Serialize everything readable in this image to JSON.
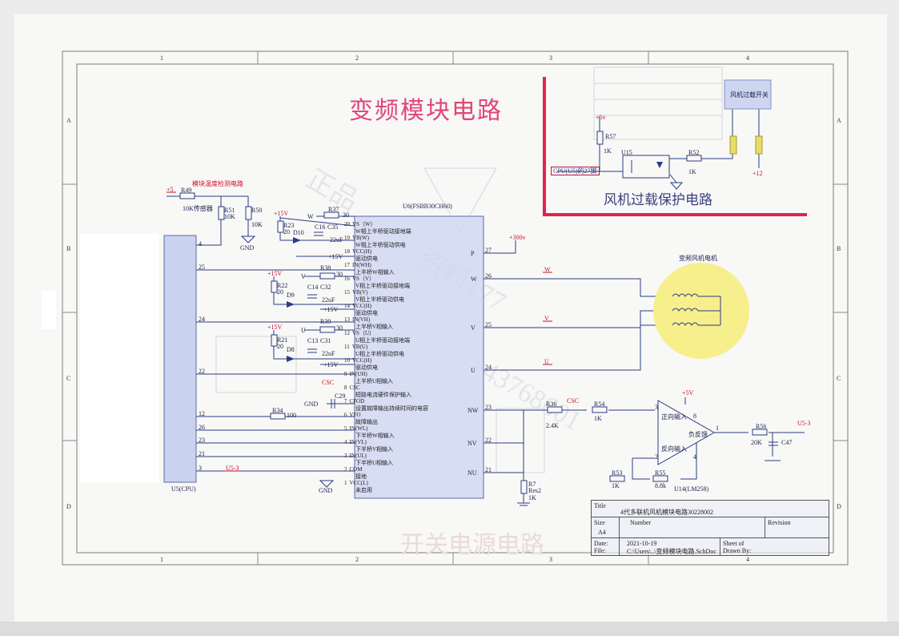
{
  "title": "变频模块电路",
  "fan_section_title": "风机过载保护电路",
  "temp_section_label": "模块温度检测电路",
  "motor_label": "变频风机电机",
  "zones": {
    "cols": [
      "1",
      "2",
      "3",
      "4"
    ],
    "rows": [
      "A",
      "B",
      "C",
      "D"
    ]
  },
  "colors": {
    "title": "#e0467a",
    "border_red": "#e0234f",
    "wire": "#2c3b86",
    "red_text": "#c8102e",
    "motor_fill": "#f6ef8c"
  },
  "components": {
    "u6": "U6(FSBB30CH60)",
    "u5": "U5(CPU)",
    "u15": "U15",
    "u14": "U14(LM258)",
    "overload_switch": "风机过载开关",
    "cpu_pin": "CPU(U5)的27脚",
    "r49": "R49",
    "r49_val": "10K传感器",
    "r51": "R51",
    "r51_val": "10K",
    "r50": "R50",
    "r50_val": "10K",
    "r23": "R23",
    "r23_val": "20",
    "r37": "R37",
    "r37_val": "30",
    "d10": "D10",
    "c16": "C16",
    "c35": "C35",
    "c35_val": "22uF",
    "r38": "R38",
    "r38_val": "30",
    "r22": "R22",
    "r22_val": "20",
    "d9": "D9",
    "c14": "C14",
    "c32": "C32",
    "c32_val": "22uF",
    "r39": "R39",
    "r39_val": "30",
    "r21": "R21",
    "r21_val": "20",
    "d8": "D8",
    "c13": "C13",
    "c31": "C31",
    "c31_val": "22uF",
    "c29": "C29",
    "r34": "R34",
    "r34_val": "100",
    "r57": "R57",
    "r57_val": "1K",
    "r52": "R52",
    "r52_val": "1K",
    "r36": "R36",
    "r36_val": "2.4K",
    "r54": "R54",
    "r54_val": "1K",
    "r53": "R53",
    "r53_val": "1K",
    "r55": "R55",
    "r55_val": "8.8k",
    "r56": "R56",
    "r56_val": "20K",
    "c47": "C47",
    "r7": "R7",
    "r7_val": "Res2",
    "r7_val2": "1K"
  },
  "rails": {
    "p5v": "+5",
    "p15v": "+15V",
    "p300v": "+300v",
    "p5v_cap": "+5V",
    "p5v_small": "+5v",
    "p12": "+12",
    "gnd": "GND",
    "csc": "CSC",
    "u53": "U5-3",
    "u53b": "U5-3"
  },
  "pins_left": [
    {
      "num": "20",
      "name": "VS（W）",
      "desc": "W相上半桥驱动接地端"
    },
    {
      "num": "19",
      "name": "VB(W)",
      "desc": "W相上半桥驱动供电"
    },
    {
      "num": "18",
      "name": "VCC(H)",
      "desc": "驱动供电"
    },
    {
      "num": "17",
      "name": "IN(WH)",
      "desc": "上半桥W相输入"
    },
    {
      "num": "16",
      "name": "VS（V）",
      "desc": "V相上半桥驱动接地端"
    },
    {
      "num": "15",
      "name": "VB(V)",
      "desc": "V相上半桥驱动供电"
    },
    {
      "num": "14",
      "name": "VCC(H)",
      "desc": "驱动供电"
    },
    {
      "num": "13",
      "name": "IN(VH)",
      "desc": "上半桥V相输入"
    },
    {
      "num": "12",
      "name": "VS（U）",
      "desc": "U相上半桥驱动接地端"
    },
    {
      "num": "11",
      "name": "VB(U)",
      "desc": "U相上半桥驱动供电"
    },
    {
      "num": "10",
      "name": "VCC(H)",
      "desc": "驱动供电"
    },
    {
      "num": "9",
      "name": "IN(UH)",
      "desc": "上半桥U相输入"
    },
    {
      "num": "8",
      "name": "CSC",
      "desc": "短路电流硬件保护输入"
    },
    {
      "num": "7",
      "name": "CFOD",
      "desc": "设置故障输出持续时间的电容"
    },
    {
      "num": "6",
      "name": "VFO",
      "desc": "故障输出"
    },
    {
      "num": "5",
      "name": "IN(WL)",
      "desc": "下半桥W相输入"
    },
    {
      "num": "4",
      "name": "IN(VL)",
      "desc": "下半桥V相输入"
    },
    {
      "num": "3",
      "name": "IN(UL)",
      "desc": "下半桥U相输入"
    },
    {
      "num": "2",
      "name": "COM",
      "desc": "接地"
    },
    {
      "num": "1",
      "name": "VCC(L)",
      "desc": "未启用"
    }
  ],
  "pins_right": [
    {
      "name": "P",
      "num": "27"
    },
    {
      "name": "W",
      "num": "26"
    },
    {
      "name": "V",
      "num": "25"
    },
    {
      "name": "U",
      "num": "24"
    },
    {
      "name": "NW",
      "num": "23"
    },
    {
      "name": "NV",
      "num": "22"
    },
    {
      "name": "NU",
      "num": "21"
    }
  ],
  "cpu_pins": [
    "4",
    "25",
    "24",
    "22",
    "12",
    "26",
    "23",
    "21",
    "3"
  ],
  "phase_labels": {
    "w": "W",
    "v": "V",
    "u": "U"
  },
  "opamp": {
    "plus": "正向输入",
    "minus": "反向输入",
    "fb": "负反馈",
    "p3": "3",
    "p2": "2",
    "p8": "8",
    "p4": "4",
    "p1": "1"
  },
  "title_block": {
    "title_label": "Title",
    "title_value": "4代多联机风机模块电路30228002",
    "size_label": "Size",
    "size_value": "A4",
    "number_label": "Number",
    "revision_label": "Revision",
    "date_label": "Date:",
    "date_value": "2021-10-19",
    "file_label": "File:",
    "file_value": "C:\\Users\\..\\变频模块电路.SchDoc",
    "sheet_label": "Sheet  of",
    "drawn_label": "Drawn By:"
  }
}
